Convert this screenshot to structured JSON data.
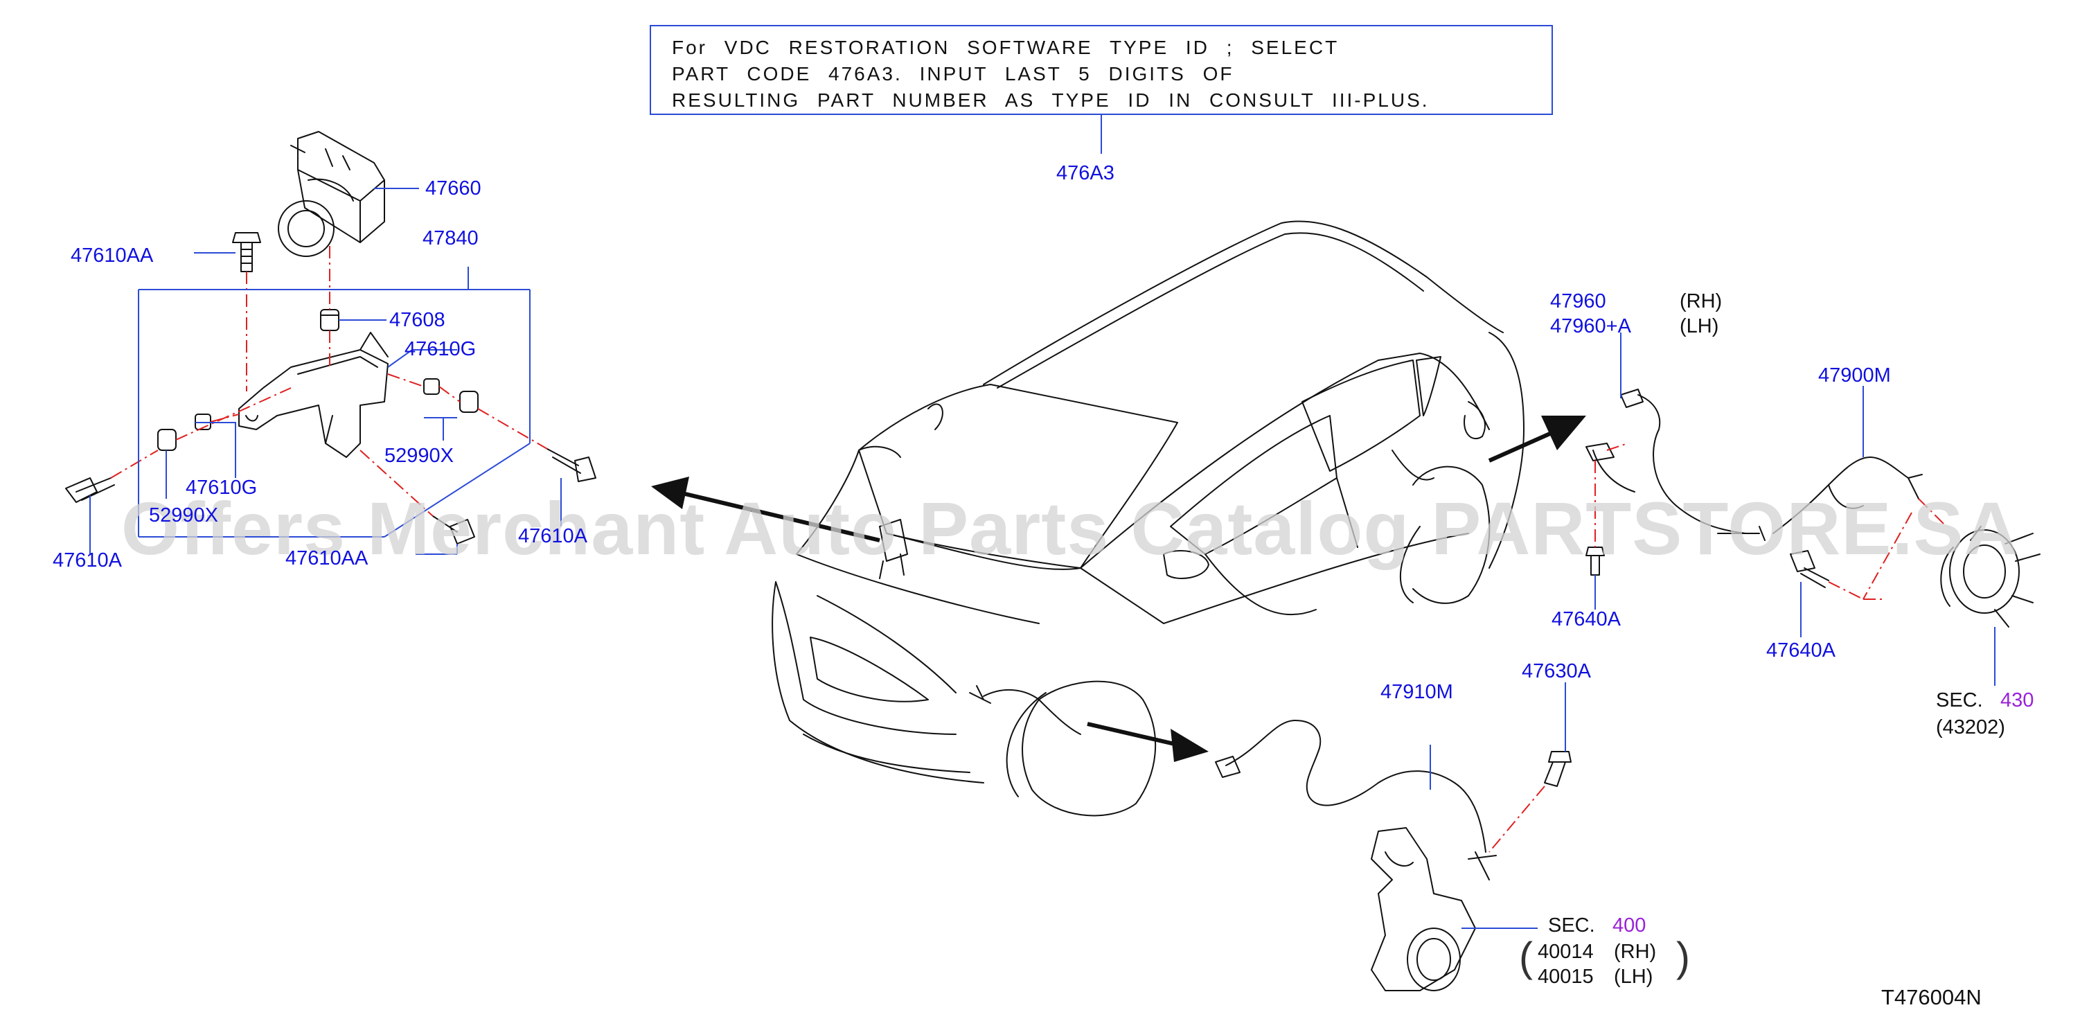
{
  "note": {
    "line1": "For VDC RESTORATION SOFTWARE TYPE ID ; SELECT",
    "line2": "PART CODE 476A3. INPUT LAST 5 DIGITS OF",
    "line3": "RESULTING PART NUMBER AS TYPE ID IN CONSULT III-PLUS."
  },
  "labels": {
    "p476A3": "476A3",
    "p47660": "47660",
    "p47840": "47840",
    "p47610AA_top": "47610AA",
    "p47608": "47608",
    "p47610G_right": "47610G",
    "p52990X_right": "52990X",
    "p47610G_left": "47610G",
    "p52990X_left": "52990X",
    "p47610A_left": "47610A",
    "p47610AA_bottom": "47610AA",
    "p47610A_right": "47610A",
    "p47960": "47960",
    "p47960A": "47960+A",
    "rh1": "(RH)",
    "lh1": "(LH)",
    "p47900M": "47900M",
    "p47640A_mid": "47640A",
    "p47640A_right": "47640A",
    "sec430_prefix": "SEC.",
    "sec430_num": "430",
    "p43202": "(43202)",
    "p47910M": "47910M",
    "p47630A": "47630A",
    "sec400_prefix": "SEC.",
    "sec400_num": "400",
    "p40014": "40014",
    "rh2": "(RH)",
    "p40015": "40015",
    "lh2": "(LH)",
    "diagram_code": "T476004N"
  },
  "watermark": "Offers Merchant Auto Parts Catalog PARTSTORE.SA",
  "colors": {
    "label_blue": "#1010e0",
    "section_purple": "#9a22d8",
    "leader_red": "#e02020",
    "box_blue": "#2b4bd6",
    "line_black": "#111111"
  }
}
